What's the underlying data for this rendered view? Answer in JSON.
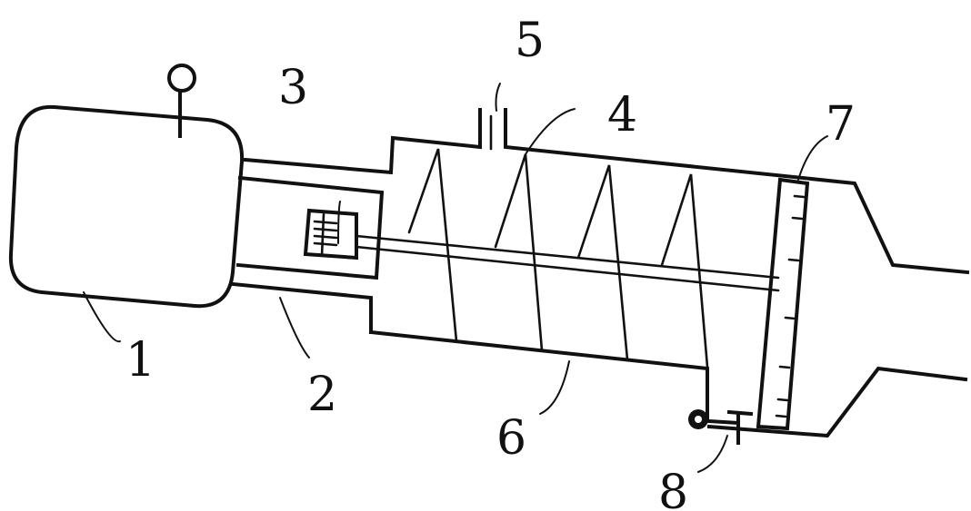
{
  "labels": {
    "part1": "1",
    "part2": "2",
    "part3": "3",
    "part4": "4",
    "part5": "5",
    "part6": "6",
    "part7": "7",
    "part8": "8"
  },
  "colors": {
    "line": "#111111",
    "background": "#ffffff"
  }
}
